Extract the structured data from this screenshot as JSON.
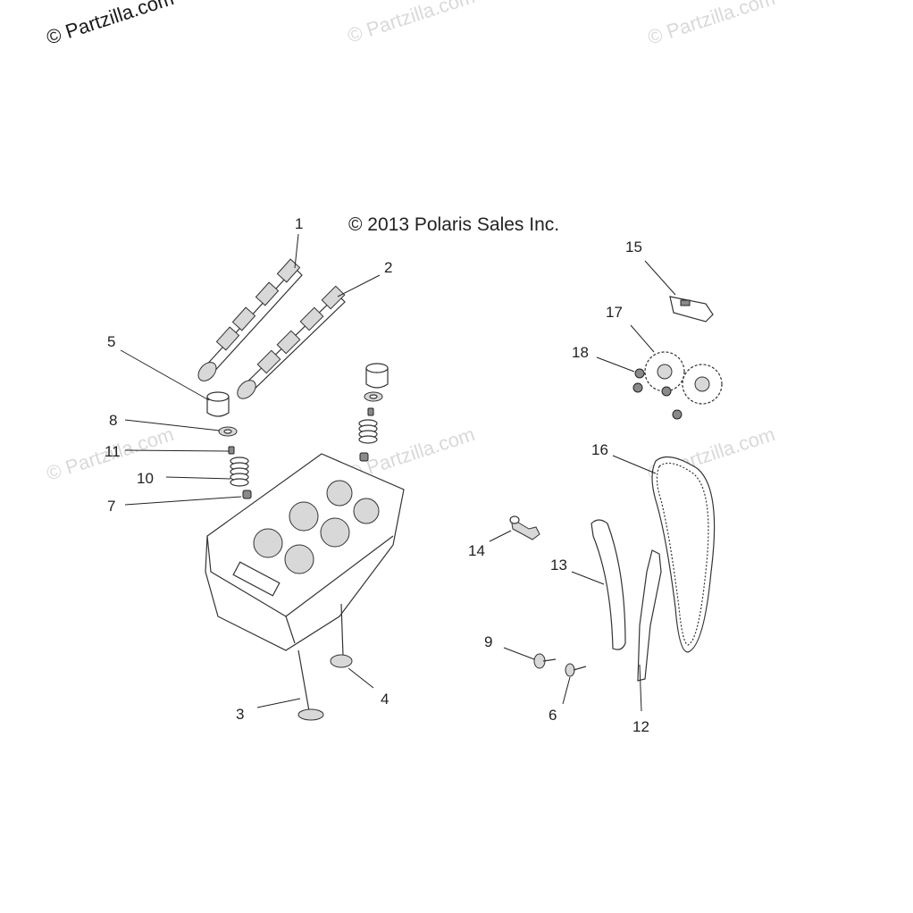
{
  "watermarks": {
    "top_left": "© Partzilla.com",
    "top_middle": "© Partzilla.com",
    "top_right": "© Partzilla.com",
    "mid_left": "© Partzilla.com",
    "mid_center": "© Partzilla.com",
    "mid_right": "© Partzilla.com"
  },
  "copyright": "© 2013 Polaris Sales Inc.",
  "callouts": {
    "c1": "1",
    "c2": "2",
    "c3": "3",
    "c4": "4",
    "c5": "5",
    "c6": "6",
    "c7": "7",
    "c8": "8",
    "c9": "9",
    "c10": "10",
    "c11": "11",
    "c12": "12",
    "c13": "13",
    "c14": "14",
    "c15": "15",
    "c16": "16",
    "c17": "17",
    "c18": "18"
  }
}
